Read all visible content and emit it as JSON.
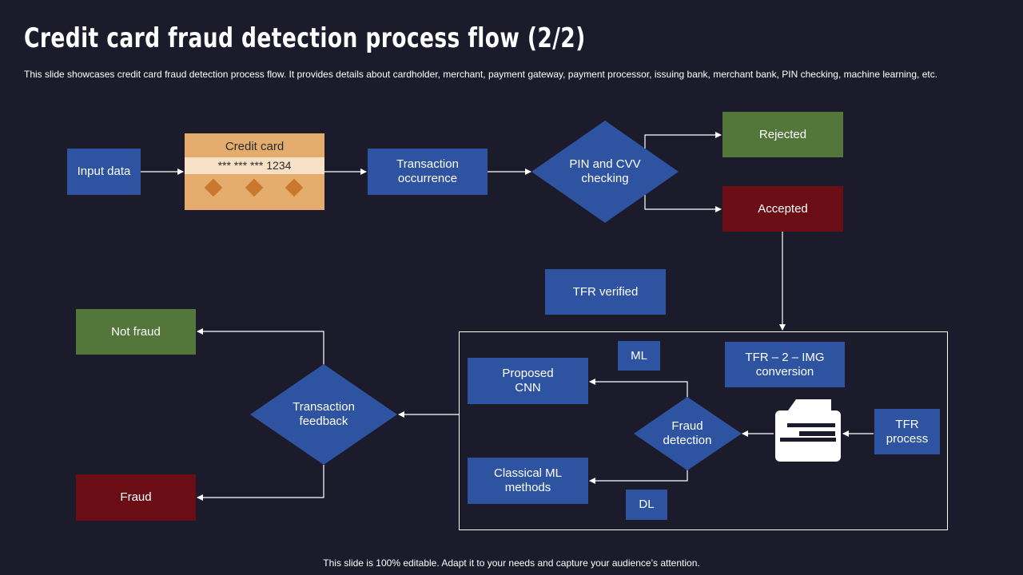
{
  "header": {
    "title": "Credit card fraud detection process flow (2/2)",
    "subtitle": "This slide showcases credit card fraud detection process flow. It provides details about cardholder, merchant, payment gateway, payment processor, issuing bank, merchant bank, PIN checking, machine learning, etc."
  },
  "flow": {
    "input_data": "Input data",
    "credit_card": {
      "title": "Credit card",
      "number": "***  ***  ***  1234"
    },
    "transaction_occurrence": "Transaction occurrence",
    "pin_cvv": "PIN  and CVV checking",
    "rejected": "Rejected",
    "accepted": "Accepted",
    "tfr_verified": "TFR verified",
    "ml": "ML",
    "tfr_img": "TFR – 2 – IMG conversion",
    "proposed_cnn": "Proposed CNN",
    "fraud_detection": "Fraud detection",
    "classical_ml": "Classical ML methods",
    "dl": "DL",
    "tfr_process": "TFR process",
    "transaction_feedback": "Transaction feedback",
    "not_fraud": "Not fraud",
    "fraud": "Fraud"
  },
  "colors": {
    "background": "#1c1b2b",
    "blue": "#2e53a0",
    "green": "#53763a",
    "red": "#6b0d14",
    "card": "#e4ad6e"
  },
  "footer": "This slide is 100% editable. Adapt it to your needs and capture your audience’s attention."
}
